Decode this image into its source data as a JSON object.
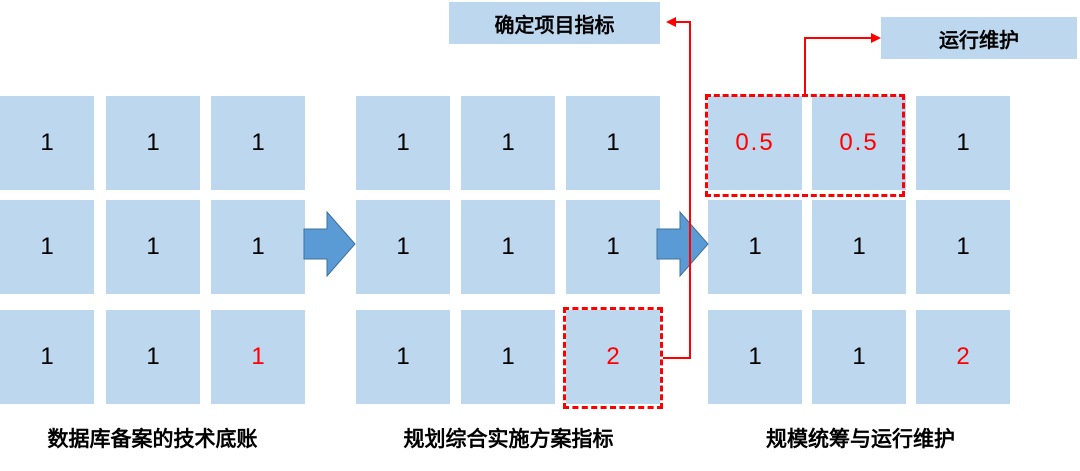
{
  "captions": [
    "数据库备案的技术底账",
    "规划综合实施方案指标",
    "规模统筹与运行维护"
  ],
  "callouts": {
    "confirm_indicators": "确定项目指标",
    "operation_maintenance": "运行维护"
  },
  "grid1": [
    "1",
    "1",
    "1",
    "1",
    "1",
    "1",
    "1",
    "1",
    "1"
  ],
  "grid2": [
    "1",
    "1",
    "1",
    "1",
    "1",
    "1",
    "1",
    "1",
    "2"
  ],
  "grid3": [
    "0.5",
    "0.5",
    "1",
    "1",
    "1",
    "1",
    "1",
    "1",
    "2"
  ],
  "colors": {
    "cell": "#bdd7ee",
    "arrow": "#5b9bd5",
    "highlight": "#ff0000"
  }
}
